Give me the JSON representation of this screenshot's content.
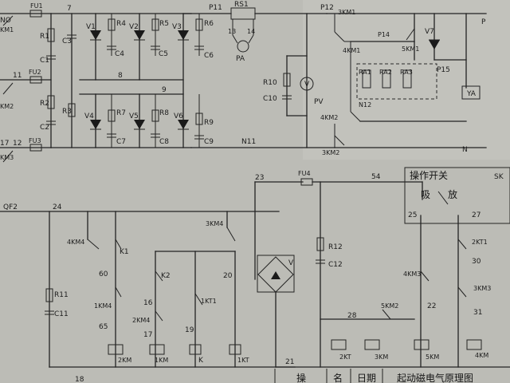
{
  "diagram": {
    "title_fragment": "起动磁电气原理图",
    "title_block": [
      "操",
      "名",
      "日期"
    ],
    "switch_box_title": "操作开关",
    "switch_left": "吸",
    "switch_right": "放",
    "left_labels": [
      "NO",
      "11",
      "12",
      "17",
      "KM1",
      "KM2",
      "KM3",
      "FU1",
      "FU2",
      "FU3",
      "QF2",
      "24"
    ],
    "node_labels": [
      "7",
      "8",
      "9",
      "P11",
      "P12",
      "N11",
      "N12",
      "N",
      "P",
      "P14",
      "P15",
      "RS1",
      "13",
      "14",
      "PA",
      "PV",
      "V",
      "23",
      "FU4",
      "54",
      "SK",
      "60",
      "65",
      "16",
      "17",
      "19",
      "20",
      "21",
      "22",
      "25",
      "27",
      "28",
      "30",
      "31",
      "18"
    ],
    "component_labels": {
      "R1": "R1",
      "R2": "R2",
      "R3": "R3",
      "R4": "R4",
      "R5": "R5",
      "R6": "R6",
      "R7": "R7",
      "R8": "R8",
      "R9": "R9",
      "R10": "R10",
      "R11": "R11",
      "R12": "R12",
      "C1": "C1",
      "C2": "C2",
      "C3": "C3",
      "C4": "C4",
      "C5": "C5",
      "C6": "C6",
      "C7": "C7",
      "C8": "C8",
      "C9": "C9",
      "C10": "C10",
      "C11": "C11",
      "C12": "C12",
      "V1": "V1",
      "V2": "V2",
      "V3": "V3",
      "V4": "V4",
      "V5": "V5",
      "V6": "V6",
      "V7": "V7",
      "RA1": "RA1",
      "RA2": "RA2",
      "RA3": "RA3",
      "YA": "YA",
      "K1": "K1",
      "K2": "K2",
      "K": "K",
      "1KT": "1KT",
      "1KT1": "1KT1",
      "2KT": "2KT",
      "2KT1": "2KT1",
      "1KM": "1KM",
      "2KM": "2KM",
      "3KM": "3KM",
      "4KM": "4KM",
      "5KM": "5KM",
      "1KM4": "1KM4",
      "2KM4": "2KM4",
      "3KM4": "3KM4",
      "4KM4": "4KM4",
      "3KM1": "3KM1",
      "4KM1": "4KM1",
      "5KM1": "5KM1",
      "4KM2": "4KM2",
      "3KM2": "3KM2",
      "4KM3": "4KM3",
      "5KM2": "5KM2",
      "3KM3": "3KM3"
    }
  }
}
